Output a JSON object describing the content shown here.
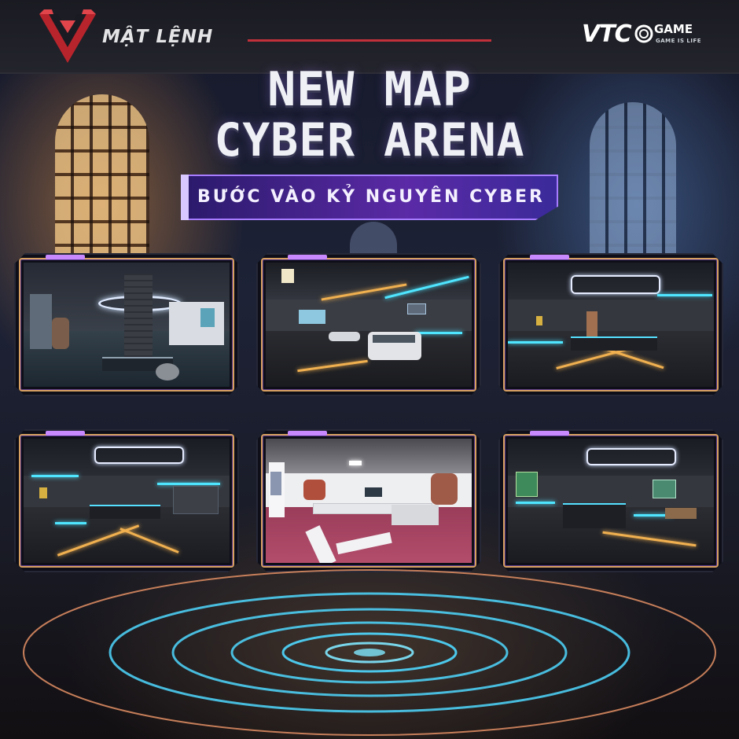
{
  "header": {
    "brand_left": "MẬT LỆNH",
    "brand_right": "VTC",
    "brand_right_game": "GAME",
    "brand_right_tagline": "GAME IS LIFE"
  },
  "headline": {
    "line1": "NEW MAP",
    "line2": "CYBER ARENA"
  },
  "subtitle": "BƯỚC VÀO KỶ NGUYÊN CYBER",
  "colors": {
    "brand_red": "#c2303a",
    "banner_purple": "#5b2aa6",
    "neon_cyan": "#4fe5ff",
    "neon_orange": "#f0b050",
    "frame_accent": "#c889ff"
  },
  "screenshots": [
    {
      "id": "card-1",
      "scene": "lobby-pillar"
    },
    {
      "id": "card-2",
      "scene": "garage-van"
    },
    {
      "id": "card-3",
      "scene": "neon-hall"
    },
    {
      "id": "card-4",
      "scene": "neon-hall-left"
    },
    {
      "id": "card-5",
      "scene": "white-gallery"
    },
    {
      "id": "card-6",
      "scene": "neon-hall-right"
    }
  ]
}
